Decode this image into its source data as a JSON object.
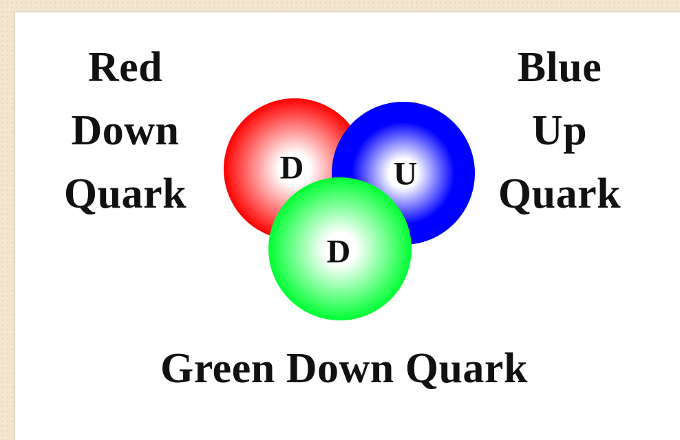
{
  "labels": {
    "left": [
      "Red",
      "Down",
      "Quark"
    ],
    "right": [
      "Blue",
      "Up",
      "Quark"
    ],
    "bottom": "Green Down Quark"
  },
  "quarks": [
    {
      "id": "red",
      "letter": "D",
      "color": "#ff0000"
    },
    {
      "id": "blue",
      "letter": "U",
      "color": "#0000ff"
    },
    {
      "id": "green",
      "letter": "D",
      "color": "#00ff33"
    }
  ]
}
